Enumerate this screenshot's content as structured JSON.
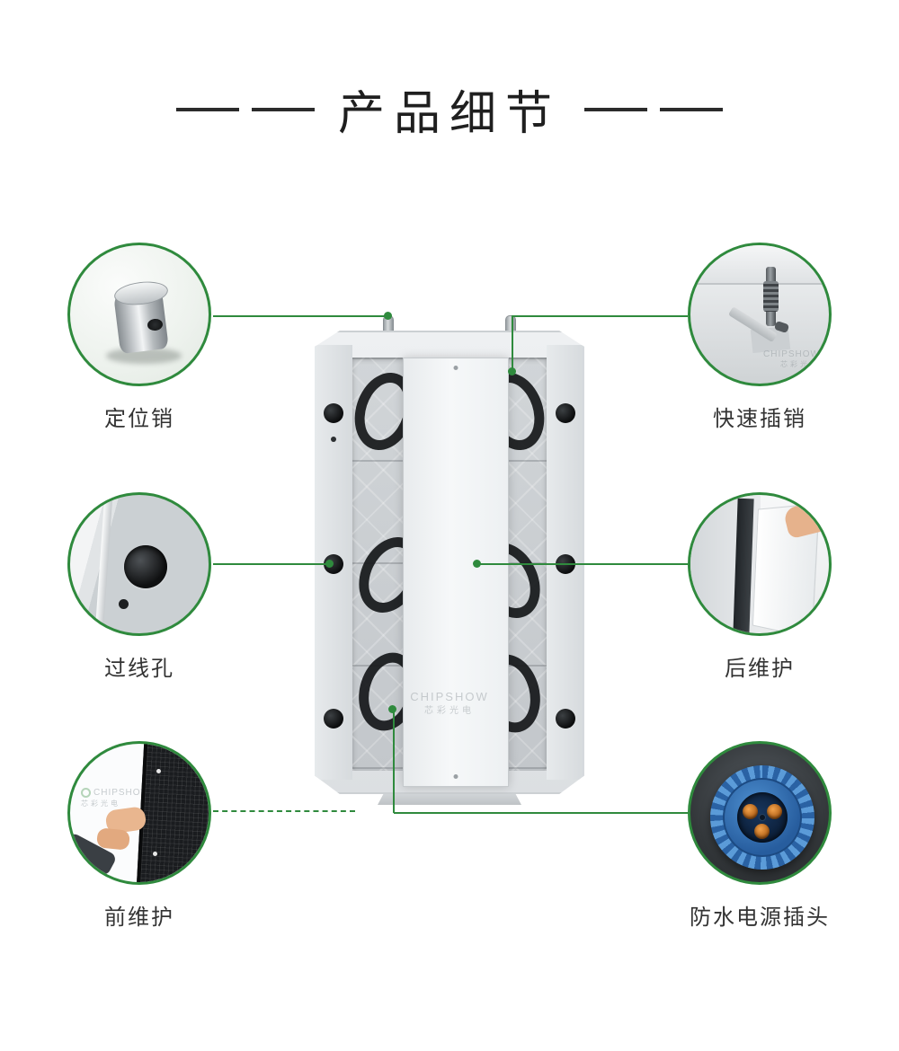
{
  "page": {
    "title": "产品细节",
    "watermark": "CHIPSHOW",
    "watermark_cn": "芯彩光电"
  },
  "colors": {
    "accent_green": "#2f8a3d",
    "title_text": "#1f1f1f",
    "label_text": "#333333",
    "cabinet_gray": "#e3e6e8",
    "plug_blue": "#2d6cab",
    "plug_pin_orange": "#e08a3c"
  },
  "callouts": [
    {
      "id": "positioning-pin",
      "label": "定位销"
    },
    {
      "id": "quick-latch",
      "label": "快速插销"
    },
    {
      "id": "cable-hole",
      "label": "过线孔"
    },
    {
      "id": "rear-maintenance",
      "label": "后维护"
    },
    {
      "id": "front-maintenance",
      "label": "前维护"
    },
    {
      "id": "waterproof-plug",
      "label": "防水电源插头"
    }
  ]
}
